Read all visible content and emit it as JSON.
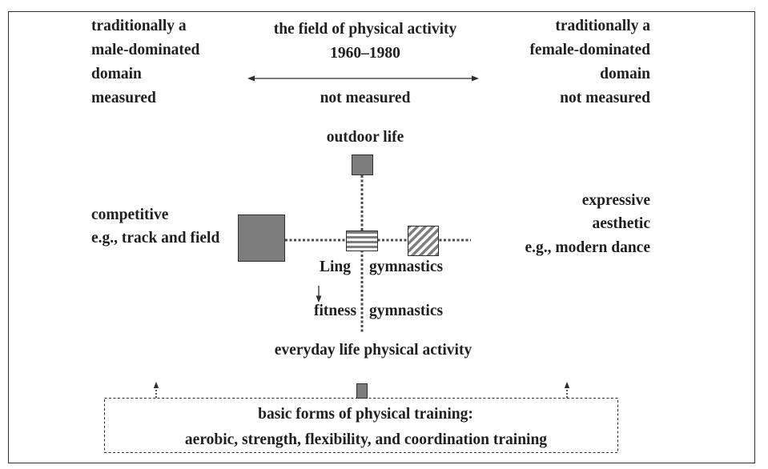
{
  "header": {
    "left_lines": [
      "traditionally a",
      "male-dominated",
      "domain",
      "measured"
    ],
    "center": {
      "title": "the field of physical activity",
      "period": "1960–1980",
      "note": "not measured"
    },
    "right_lines": [
      "traditionally a",
      "female-dominated",
      "domain",
      "not measured"
    ]
  },
  "axes": {
    "top": "outdoor life",
    "left_lines": [
      "competitive",
      "e.g., track and field"
    ],
    "right_lines": [
      "expressive",
      "aesthetic",
      "e.g., modern dance"
    ],
    "center_upper": [
      "Ling",
      "gymnastics"
    ],
    "center_lower": [
      "fitness",
      "gymnastics"
    ],
    "bottom": "everyday life physical activity"
  },
  "basic_training": {
    "title": "basic forms of physical training:",
    "items": "aerobic, strength, flexibility, and coordination training"
  },
  "colors": {
    "text": "#1f1f1f",
    "marker_fill": "#7d7d7d",
    "outline": "#2e2e2e",
    "dotted_line": "#4a4a4a",
    "background": "#ffffff"
  }
}
